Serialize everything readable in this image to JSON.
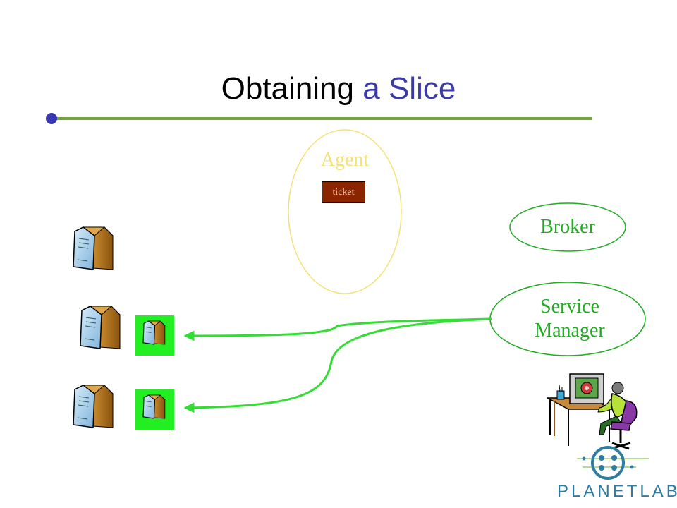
{
  "slide": {
    "title_part1": "Obtaining",
    "title_part2": " a Slice",
    "title_color": "#000000",
    "title_accent_color": "#3a3aa8",
    "rule_color": "#6fa53a",
    "bullet_color": "#3a3ab0"
  },
  "nodes": {
    "agent": {
      "label": "Agent",
      "color": "#f3e27a",
      "ticket": "ticket"
    },
    "broker": {
      "label": "Broker",
      "color": "#22aa22"
    },
    "service_manager": {
      "label_line1": "Service",
      "label_line2": "Manager",
      "color": "#22aa22"
    }
  },
  "servers": [
    "server-icon",
    "server-icon",
    "server-icon"
  ],
  "slivers": [
    "sliver-icon",
    "sliver-icon"
  ],
  "arrow_color": "#33dd33",
  "logo": {
    "text": "PLANETLAB",
    "icon": "planetlab-logo-icon",
    "color": "#2e7da0"
  },
  "clipart": "user-at-computer-icon"
}
